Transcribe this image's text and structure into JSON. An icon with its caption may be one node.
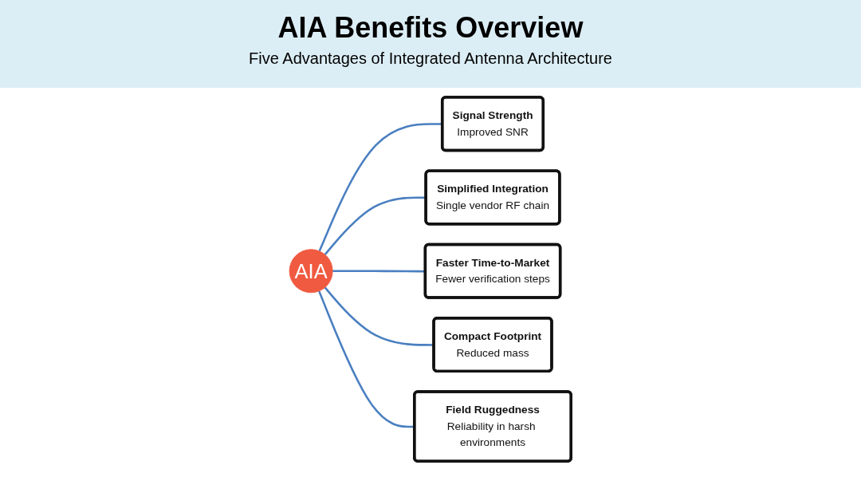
{
  "diagram": {
    "title": "AIA Benefits Overview",
    "nodes": [
      {
        "text": [
          "AIA"
        ]
      },
      {
        "text": [
          "Signal Strength",
          "Improved SNR"
        ]
      },
      {
        "text": [
          "Simplified Integration",
          "Single vendor RF chain"
        ]
      },
      {
        "text": [
          "Faster Time-to-Market",
          "Fewer verification steps"
        ]
      },
      {
        "text": [
          "Compact Footprint",
          "Reduced mass"
        ]
      },
      {
        "text": [
          "Field Ruggedness",
          "Reliability in harsh environments"
        ]
      }
    ],
    "edges": [
      {
        "from": 0,
        "to": 1,
        "arrow": "none"
      },
      {
        "from": 0,
        "to": 2,
        "arrow": "none"
      },
      {
        "from": 0,
        "to": 3,
        "arrow": "none"
      },
      {
        "from": 0,
        "to": 4,
        "arrow": "none"
      },
      {
        "from": 0,
        "to": 5,
        "arrow": "none"
      }
    ],
    "labels": [
      "Five Advantages of Integrated Antenna Architecture"
    ]
  }
}
